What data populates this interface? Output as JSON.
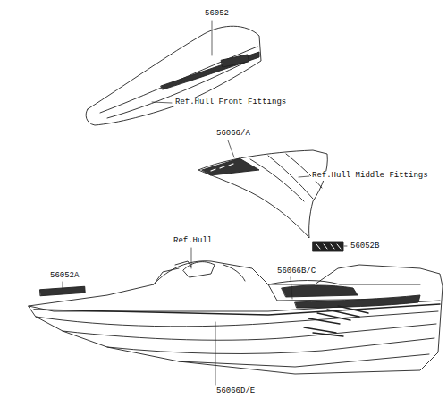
{
  "diagram": {
    "labels": [
      "56052",
      "Ref.Hull Front Fittings",
      "56066/A",
      "Ref.Hull Middle Fittings",
      "Ref.Hull",
      "56052B",
      "56052A",
      "56066B/C",
      "56066D/E"
    ]
  }
}
